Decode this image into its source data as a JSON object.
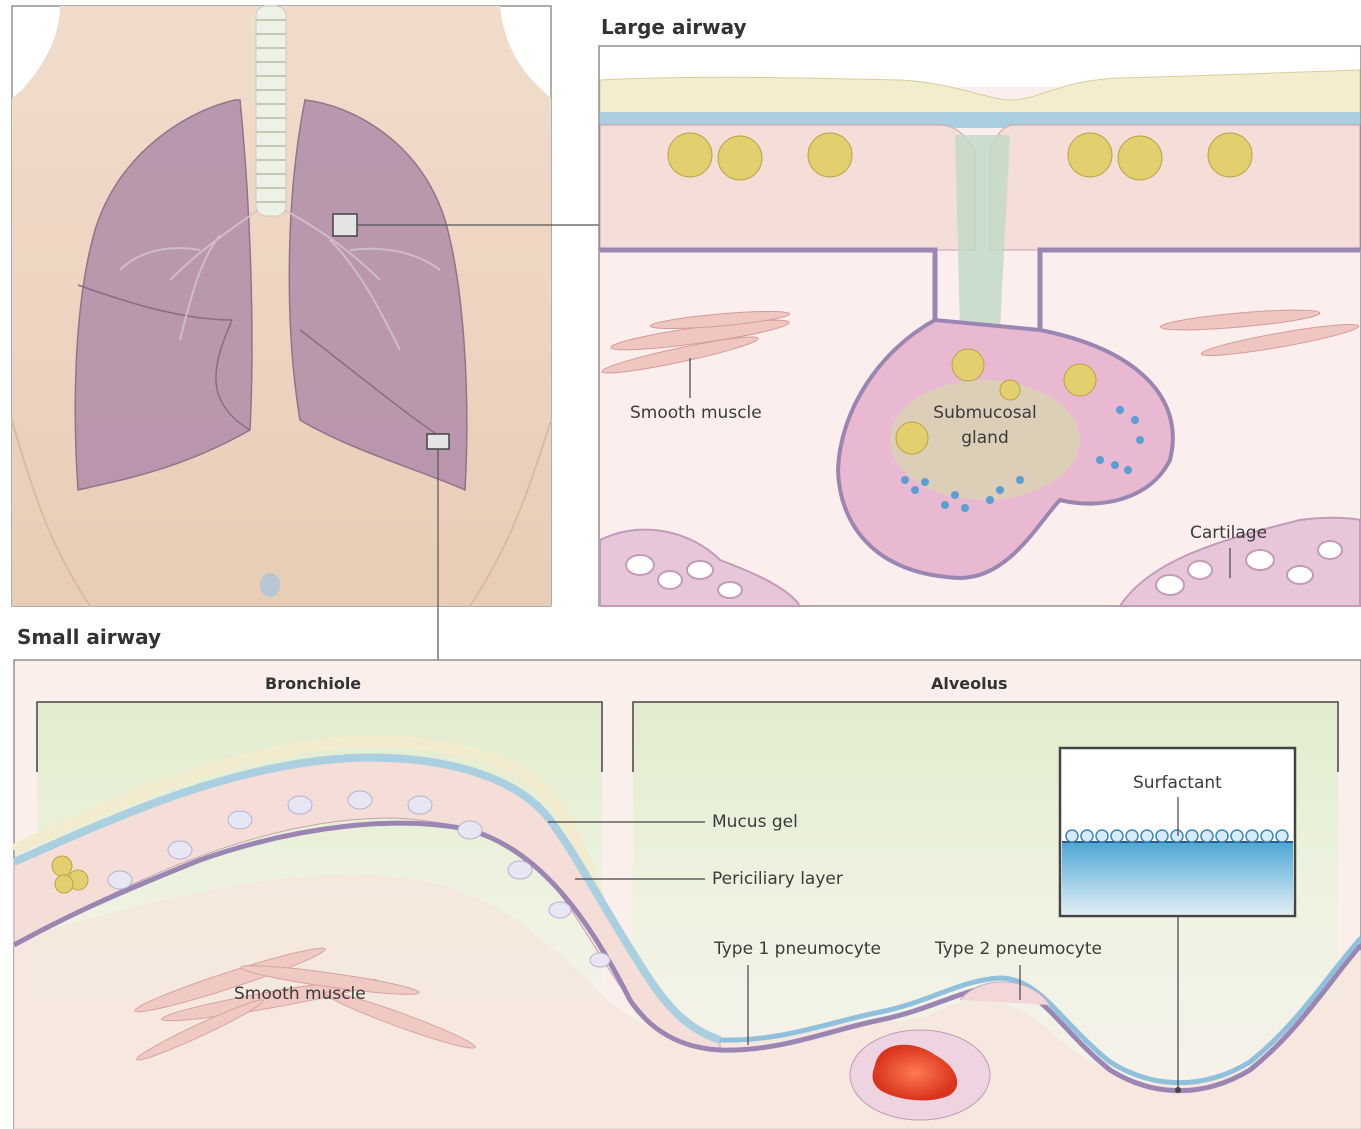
{
  "panels": {
    "large_airway": {
      "title": "Large airway",
      "labels": {
        "smooth_muscle": "Smooth muscle",
        "submucosal_gland_line1": "Submucosal",
        "submucosal_gland_line2": "gland",
        "cartilage": "Cartilage"
      }
    },
    "small_airway": {
      "title": "Small airway",
      "bronchiole_header": "Bronchiole",
      "alveolus_header": "Alveolus",
      "labels": {
        "mucus_gel": "Mucus gel",
        "periciliary_layer": "Periciliary layer",
        "smooth_muscle": "Smooth muscle",
        "type1_pneumocyte": "Type 1 pneumocyte",
        "type2_pneumocyte": "Type 2 pneumocyte",
        "surfactant": "Surfactant"
      }
    }
  },
  "colors": {
    "skin": "#efd8c4",
    "lung": "#b592ac",
    "tissue": "#f7e4e0",
    "mucus": "#f3eccf",
    "periciliary": "#a9cfe0",
    "goblet": "#e3cf6e",
    "gland_granule": "#5b9ed4",
    "blood_cell": "#e8452a",
    "frame": "#555555"
  }
}
